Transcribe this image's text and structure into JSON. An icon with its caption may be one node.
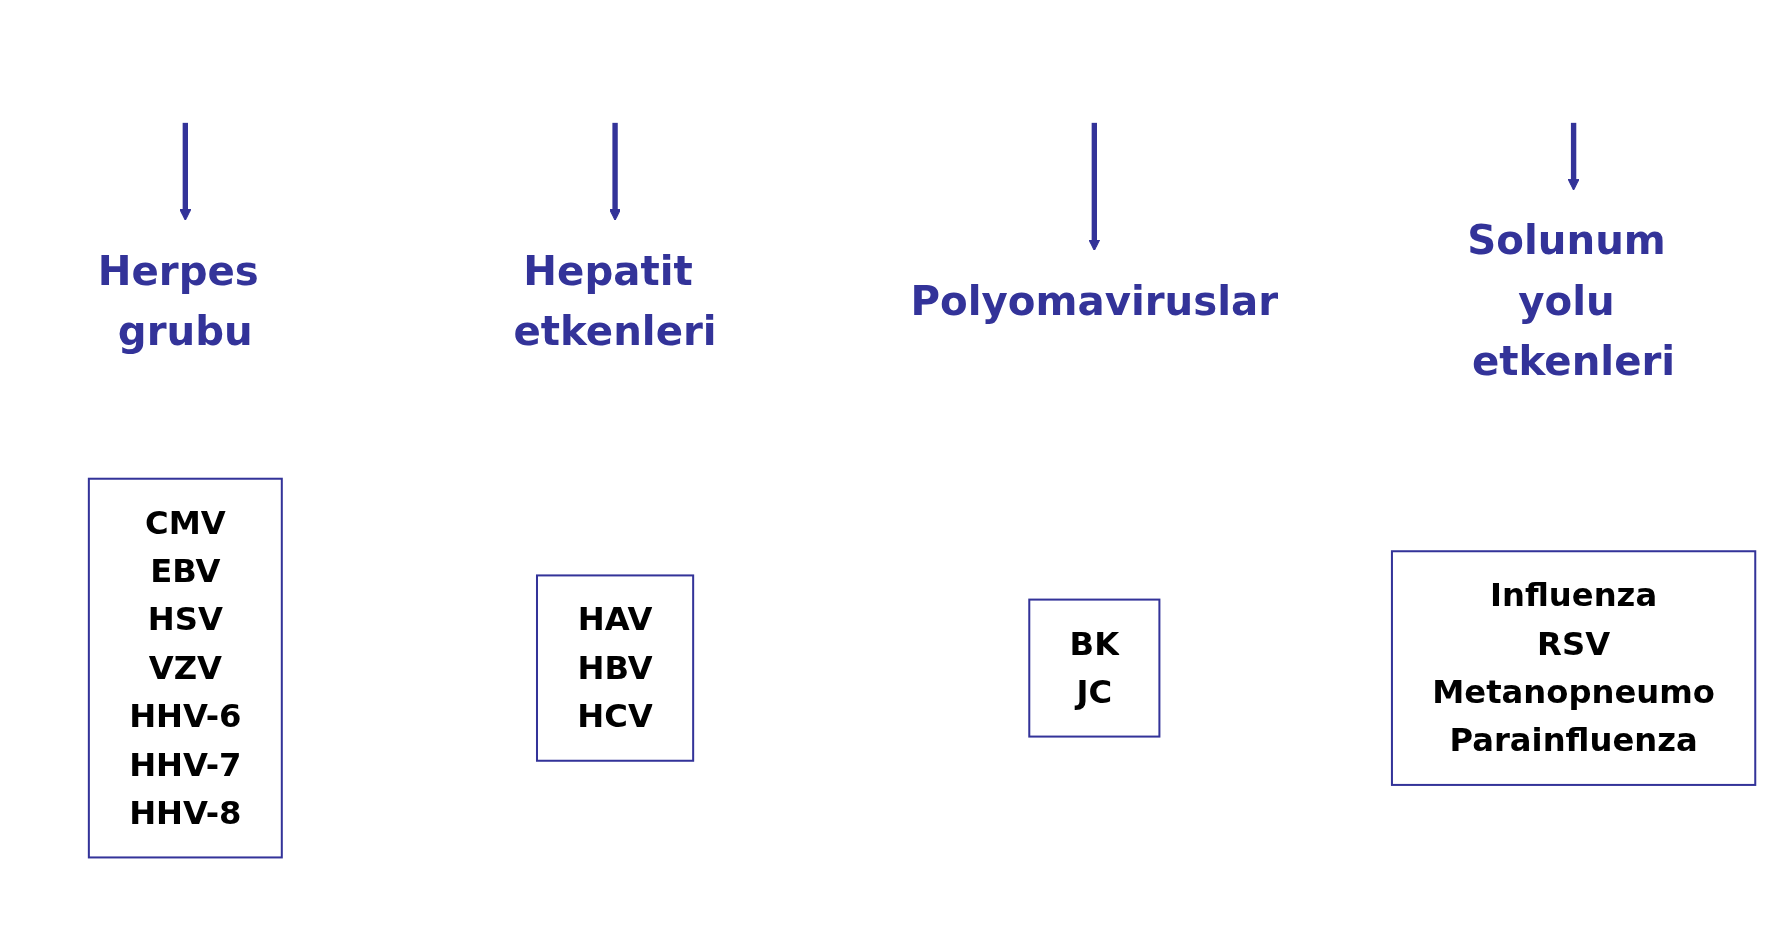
{
  "diagram": {
    "nodes": [
      {
        "text": [
          "Herpes grubu"
        ]
      },
      {
        "text": [
          "Hepatit etkenleri"
        ]
      },
      {
        "text": [
          "Polyomaviruslar"
        ]
      },
      {
        "text": [
          "Solunum yolu etkenleri"
        ]
      },
      {
        "text": [
          "CMV",
          "EBV",
          "HSV",
          "VZV",
          "HHV-6",
          "HHV-7",
          "HHV-8"
        ]
      },
      {
        "text": [
          "HAV",
          "HBV",
          "HCV"
        ]
      },
      {
        "text": [
          "BK",
          "JC"
        ]
      },
      {
        "text": [
          "Influenza",
          "RSV",
          "Metanopneumo",
          "Parainfluenza"
        ]
      }
    ],
    "edges": [
      {
        "from": null,
        "to": 0,
        "arrow": "to"
      },
      {
        "from": null,
        "to": 1,
        "arrow": "to"
      },
      {
        "from": null,
        "to": 2,
        "arrow": "to"
      },
      {
        "from": null,
        "to": 3,
        "arrow": "to"
      }
    ]
  }
}
